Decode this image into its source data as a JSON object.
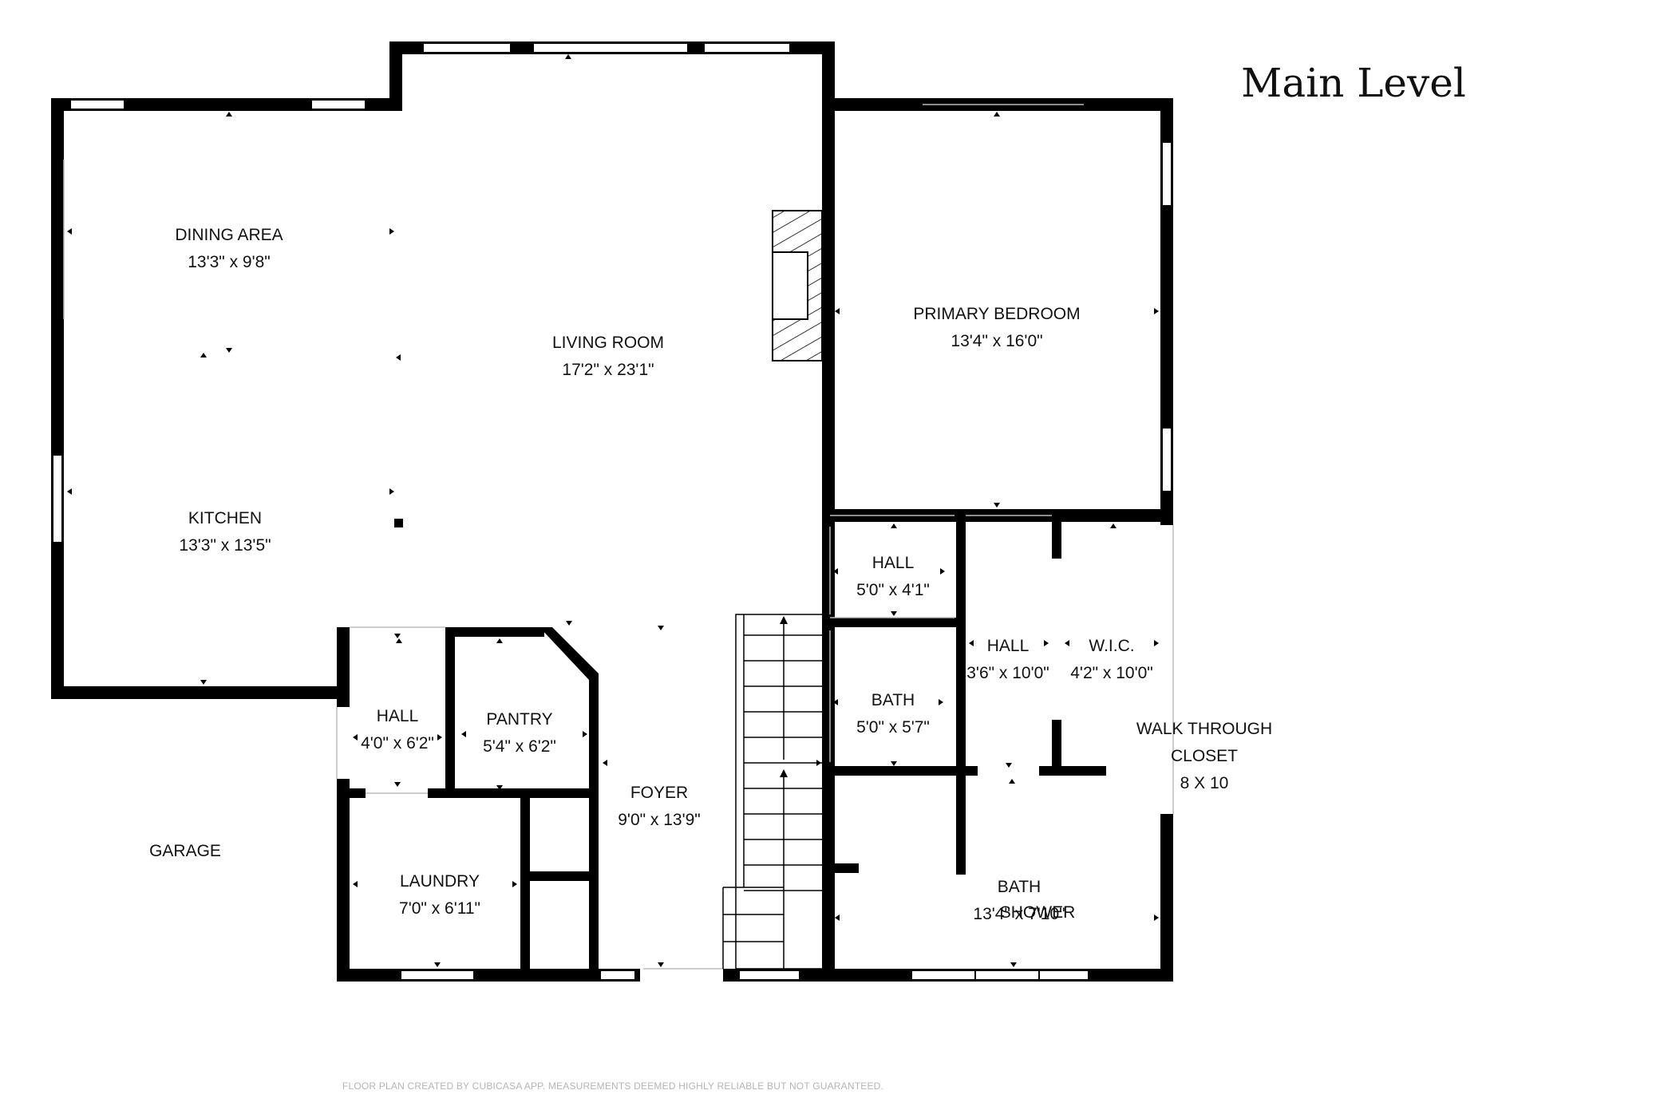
{
  "title": "Main Level",
  "footer": "FLOOR PLAN CREATED BY CUBICASA APP. MEASUREMENTS DEEMED HIGHLY RELIABLE BUT NOT GUARANTEED.",
  "colors": {
    "wall": "#000000",
    "background": "#ffffff",
    "text": "#111111",
    "footer_text": "#b5b5b5"
  },
  "rooms": {
    "dining": {
      "name": "DINING AREA",
      "dims": "13'3\" x 9'8\""
    },
    "living": {
      "name": "LIVING ROOM",
      "dims": "17'2\" x 23'1\""
    },
    "kitchen": {
      "name": "KITCHEN",
      "dims": "13'3\" x 13'5\""
    },
    "primary_bedroom": {
      "name": "PRIMARY BEDROOM",
      "dims": "13'4\" x 16'0\""
    },
    "hall_upper": {
      "name": "HALL",
      "dims": "5'0\" x 4'1\""
    },
    "hall_middle": {
      "name": "HALL",
      "dims": "3'6\" x 10'0\""
    },
    "wic": {
      "name": "W.I.C.",
      "dims": "4'2\" x 10'0\""
    },
    "bath_small": {
      "name": "BATH",
      "dims": "5'0\" x 5'7\""
    },
    "walk_through_closet": {
      "line1": "WALK THROUGH",
      "line2": "CLOSET",
      "line3": "8 X 10"
    },
    "hall_lower": {
      "name": "HALL",
      "dims": "4'0\" x 6'2\""
    },
    "pantry": {
      "name": "PANTRY",
      "dims": "5'4\" x 6'2\""
    },
    "foyer": {
      "name": "FOYER",
      "dims": "9'0\" x 13'9\""
    },
    "garage": {
      "name": "GARAGE"
    },
    "laundry": {
      "name": "LAUNDRY",
      "dims": "7'0\" x 6'11\""
    },
    "bath_main": {
      "name": "BATH",
      "dims": "13'4\" x 7'10\"",
      "overlap": "SHOWER"
    }
  }
}
